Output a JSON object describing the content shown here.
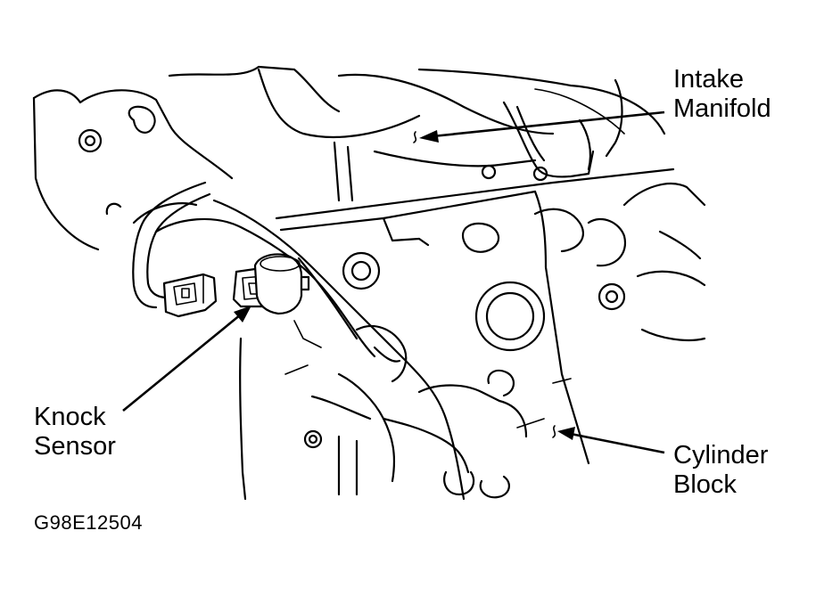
{
  "labels": {
    "intake_manifold": [
      "Intake",
      "Manifold"
    ],
    "cylinder_block": [
      "Cylinder",
      "Block"
    ],
    "knock_sensor": [
      "Knock",
      "Sensor"
    ]
  },
  "figure_id": "G98E12504",
  "colors": {
    "line": "#000000",
    "background": "#ffffff"
  }
}
